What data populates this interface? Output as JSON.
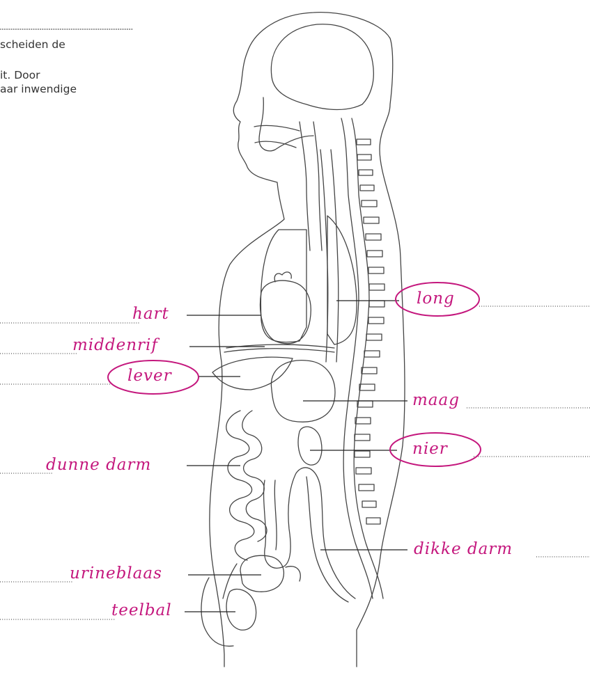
{
  "intro_text": [
    "scheiden de",
    "it. Door",
    "aar inwendige"
  ],
  "labels": {
    "hart": "hart",
    "middenrif": "middenrif",
    "lever": "lever",
    "dunne_darm": "dunne darm",
    "urineblaas": "urineblaas",
    "teelbal": "teelbal",
    "long": "long",
    "maag": "maag",
    "nier": "nier",
    "dikke_darm": "dikke darm"
  },
  "colors": {
    "label": "#c4177d",
    "outline": "#444444",
    "dotted": "#555555"
  }
}
